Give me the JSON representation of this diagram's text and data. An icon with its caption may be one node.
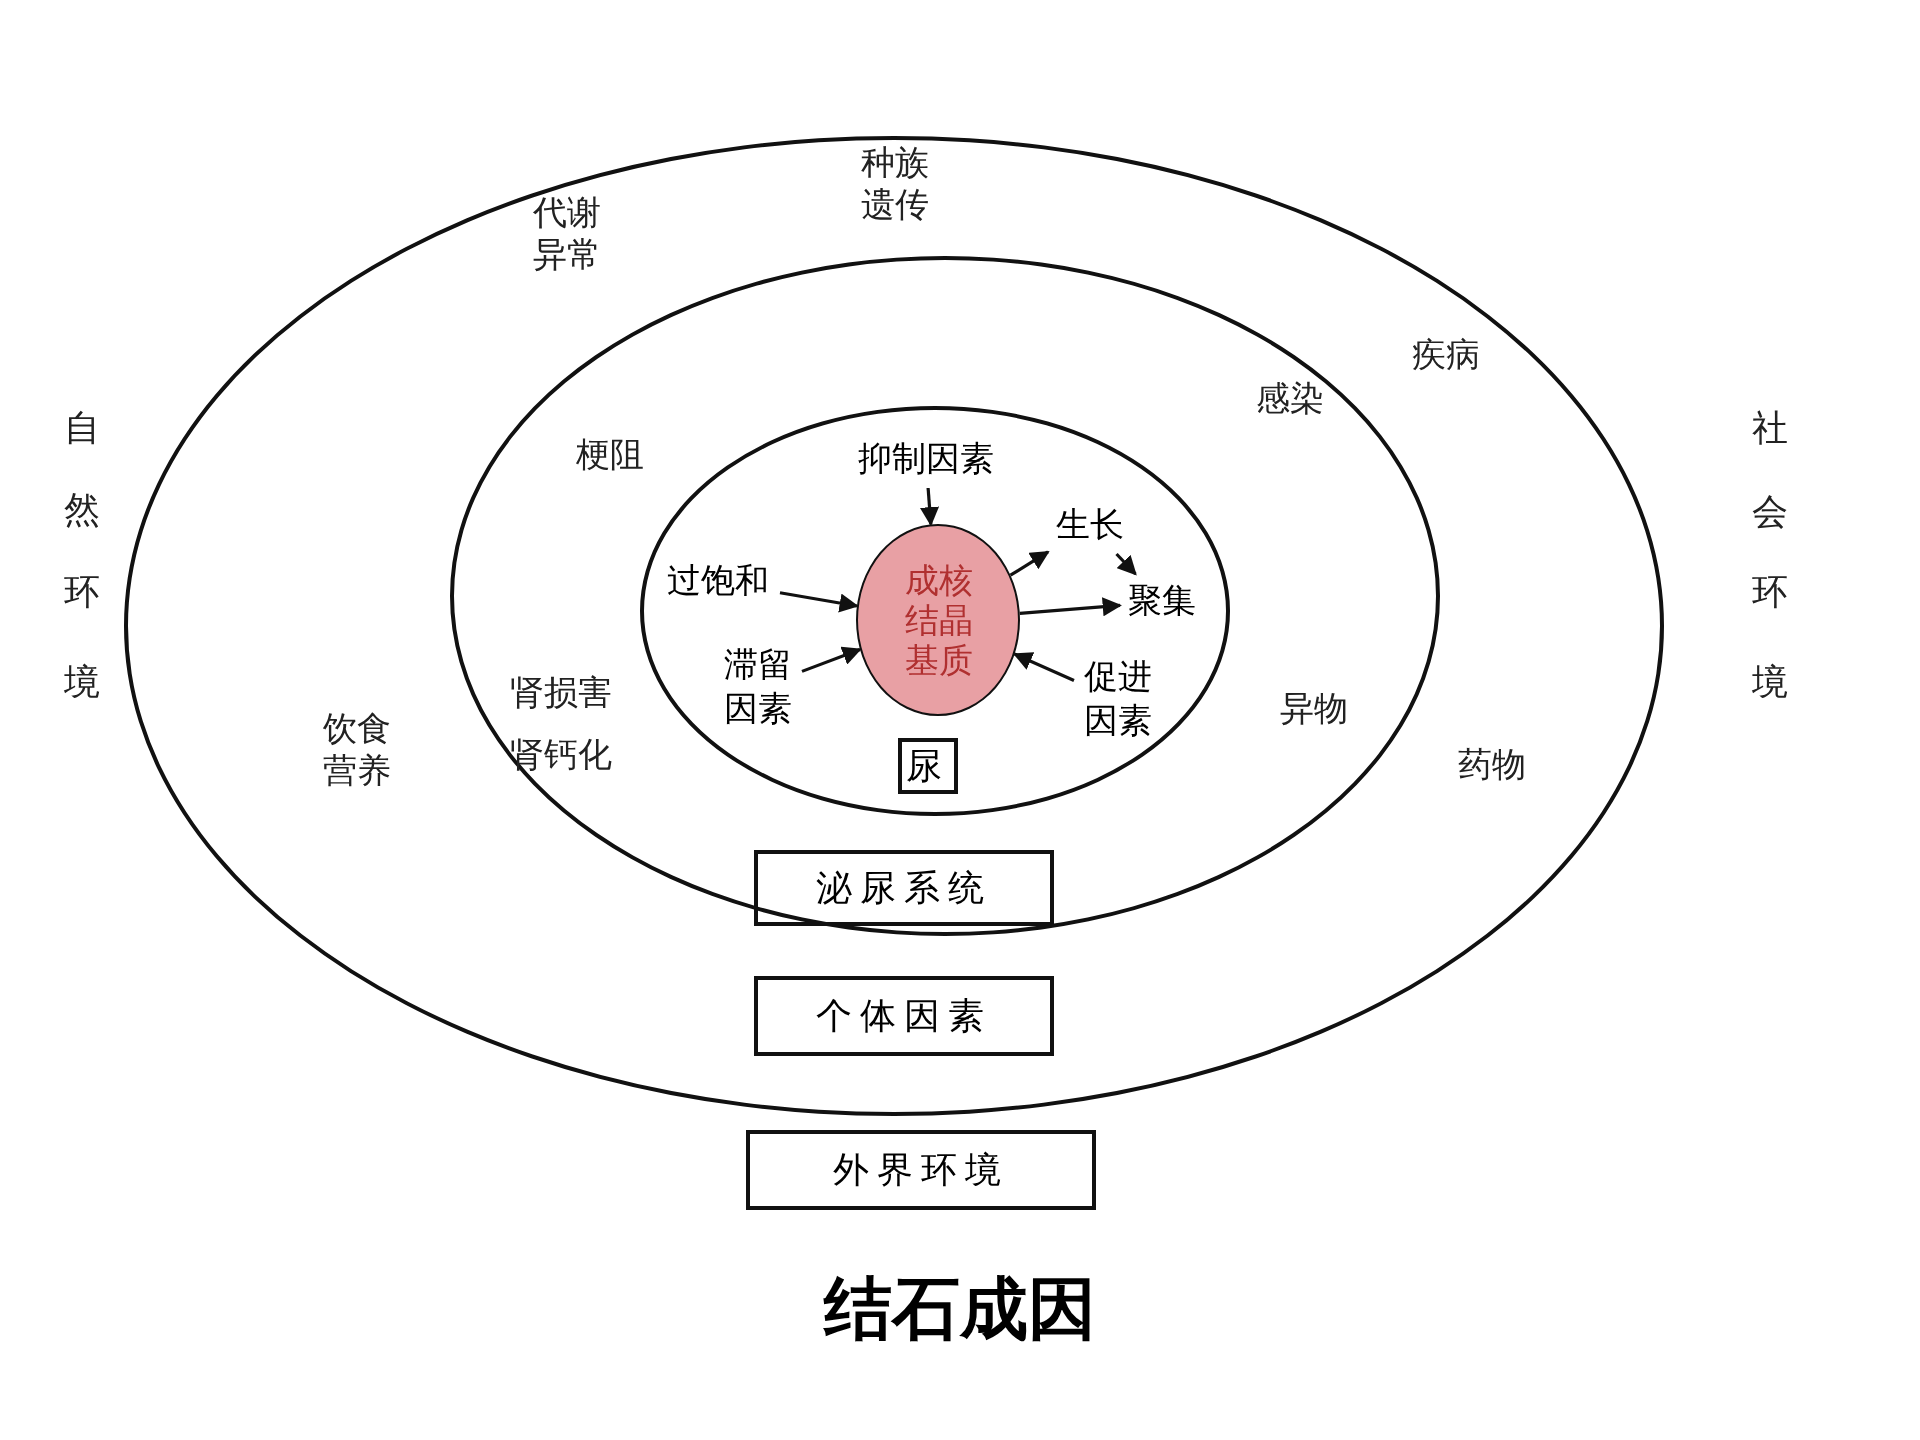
{
  "diagram": {
    "caption": "结石成因",
    "nodes": [
      {
        "text": [
          "种族遗传",
          "代谢异常",
          "疾病",
          "饮食营养",
          "药物"
        ]
      },
      {
        "text": [
          "梗阻",
          "感染",
          "肾损害",
          "肾钙化",
          "异物"
        ],
        "in": 0
      },
      {
        "text": [],
        "shape": "ellipse",
        "in": 1
      },
      {
        "text": [
          "抑制因素"
        ],
        "in": 2
      },
      {
        "text": [
          "过饱和"
        ],
        "in": 2
      },
      {
        "text": [
          "滞留因素"
        ],
        "in": 2
      },
      {
        "text": [
          "成核结晶基质"
        ],
        "in": 2
      },
      {
        "text": [
          "生长"
        ],
        "in": 2
      },
      {
        "text": [
          "聚集"
        ],
        "in": 2
      },
      {
        "text": [
          "促进因素"
        ],
        "in": 2
      },
      {
        "text": [
          "尿"
        ],
        "in": 2
      },
      {
        "text": [
          "泌尿系统"
        ],
        "in": 1
      },
      {
        "text": [
          "个体因素"
        ],
        "in": 0
      },
      {
        "text": [
          "外界环境"
        ]
      }
    ],
    "edges": [
      {
        "from": 3,
        "to": 6,
        "arrow": "to"
      },
      {
        "from": 4,
        "to": 6,
        "arrow": "to"
      },
      {
        "from": 5,
        "to": 6,
        "arrow": "to"
      },
      {
        "from": 6,
        "to": 7,
        "arrow": "to"
      },
      {
        "from": 7,
        "to": 8,
        "arrow": "to"
      },
      {
        "from": 6,
        "to": 8,
        "arrow": "to"
      },
      {
        "from": 9,
        "to": 6,
        "arrow": "to"
      }
    ],
    "labels": [
      "自然环境",
      "社会环境"
    ]
  }
}
